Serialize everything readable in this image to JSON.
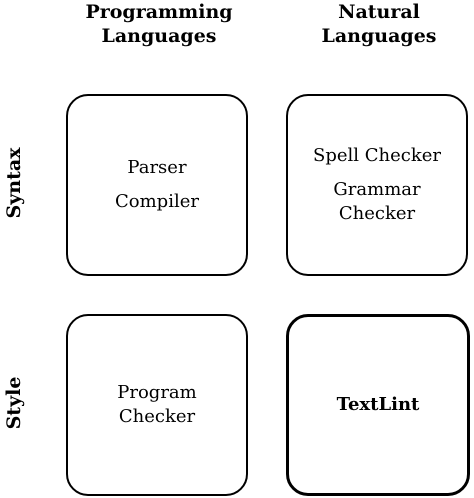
{
  "columns": [
    {
      "line1": "Programming",
      "line2": "Languages"
    },
    {
      "line1": "Natural",
      "line2": "Languages"
    }
  ],
  "rows": [
    "Syntax",
    "Style"
  ],
  "cells": {
    "syntax_programming": {
      "item1": "Parser",
      "item2": "Compiler"
    },
    "syntax_natural": {
      "item1": "Spell Checker",
      "item2a": "Grammar",
      "item2b": "Checker"
    },
    "style_programming": {
      "line1": "Program",
      "line2": "Checker"
    },
    "style_natural": {
      "label": "TextLint"
    }
  }
}
